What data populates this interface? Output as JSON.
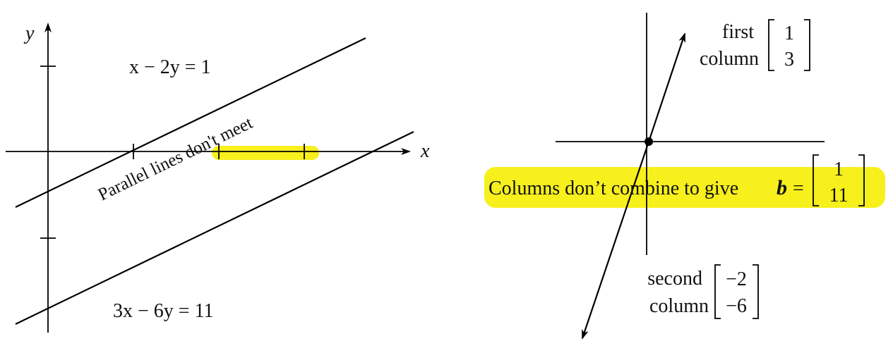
{
  "left_panel": {
    "y_axis_label": "y",
    "x_axis_label": "x",
    "equation_1": "x − 2y = 1",
    "equation_2": "3x − 6y = 11",
    "annotation": "Parallel lines don't meet"
  },
  "right_panel": {
    "first_column": {
      "line1": "first",
      "line2": "column",
      "entries": [
        "1",
        "3"
      ]
    },
    "second_column": {
      "line1": "second",
      "line2": "column",
      "entries": [
        "−2",
        "−6"
      ]
    },
    "b_caption": "Columns don’t combine to give",
    "b_symbol": "b",
    "b_equals": "=",
    "b_entries": [
      "1",
      "11"
    ]
  },
  "colors": {
    "highlight": "#f7f01c",
    "ink": "#111111"
  }
}
